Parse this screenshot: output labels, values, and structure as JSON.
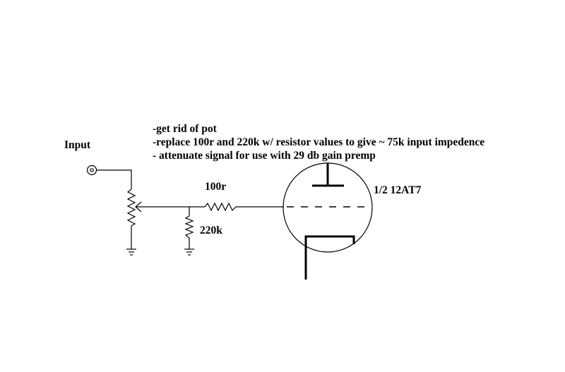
{
  "notes": [
    "-get rid of pot",
    "-replace 100r and 220k w/ resistor values to give ~ 75k input impedence",
    "- attenuate signal for use with 29 db gain premp"
  ],
  "labels": {
    "input": "Input",
    "resistor_series": "100r",
    "resistor_shunt": "220k",
    "tube": "1/2 12AT7"
  },
  "colors": {
    "background": "#ffffff",
    "ink": "#000000"
  }
}
